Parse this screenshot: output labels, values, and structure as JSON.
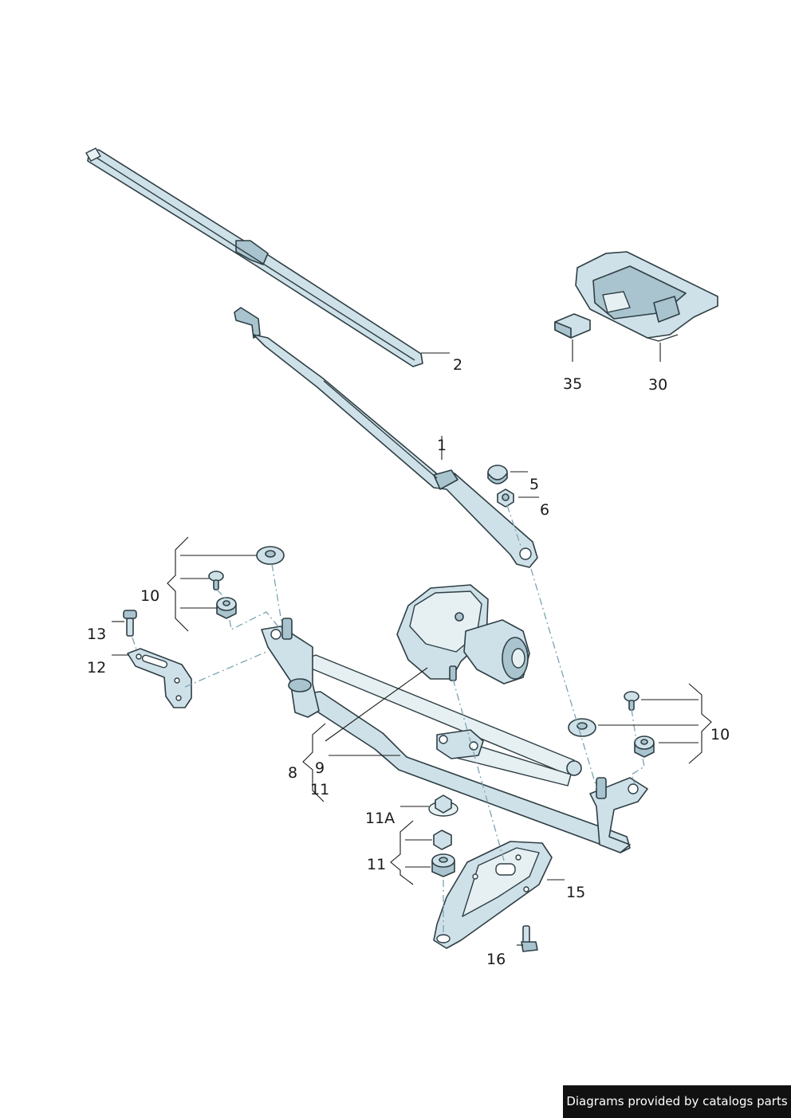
{
  "callouts": {
    "c1": "1",
    "c2": "2",
    "c5": "5",
    "c6": "6",
    "c8": "8",
    "c9": "9",
    "c10_left": "10",
    "c10_right": "10",
    "c11_a": "11",
    "c11_b": "11",
    "c11A": "11A",
    "c12": "12",
    "c13": "13",
    "c15": "15",
    "c16": "16",
    "c30": "30",
    "c35": "35"
  },
  "parts": {
    "wiper_blade": "wiper-blade",
    "wiper_arm": "wiper-arm",
    "cap": "cap",
    "nut": "hex-nut",
    "wiper_motor": "wiper-motor",
    "linkage": "wiper-linkage",
    "bracket": "mounting-bracket",
    "plate": "mounting-plate",
    "sensor_housing": "sensor-housing",
    "connector": "connector"
  },
  "colors": {
    "part_fill": "#cfe1e8",
    "part_stroke": "#2e3e44",
    "leader": "#1a1a1a",
    "dash": "#7aa3b2"
  },
  "footer": {
    "credit": "Diagrams provided by catalogs parts"
  }
}
